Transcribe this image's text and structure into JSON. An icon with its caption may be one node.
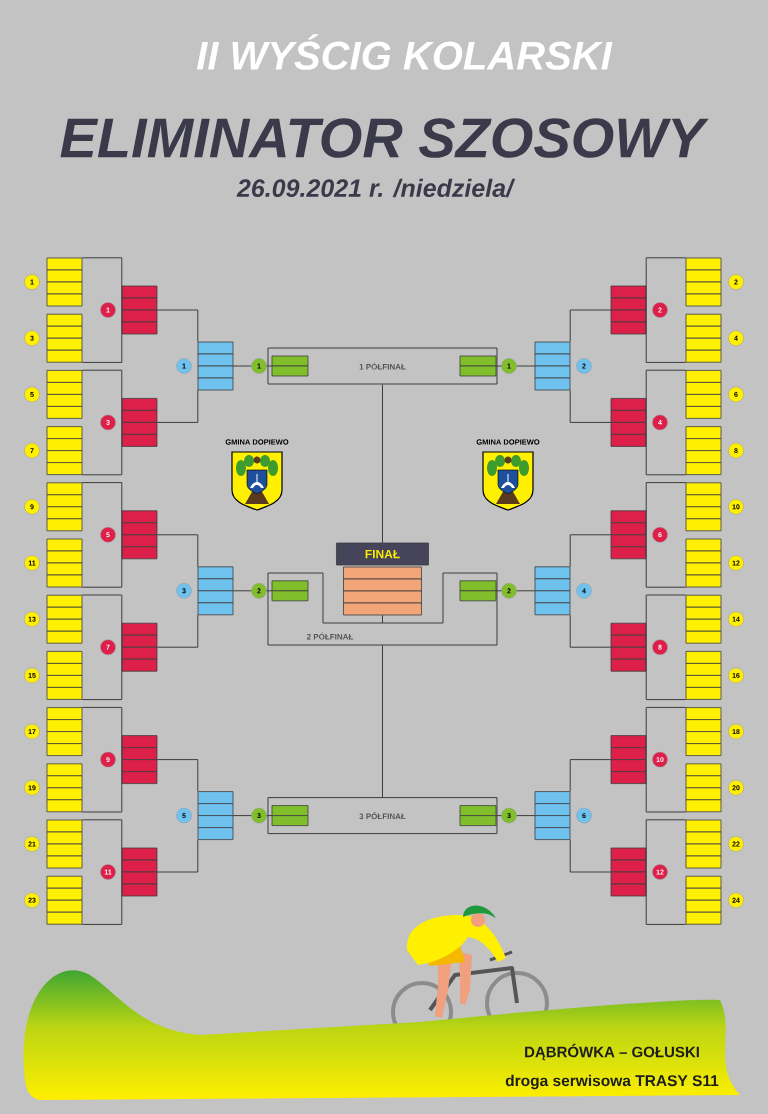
{
  "diagram": {
    "title": "ELIMINATOR SZOSOWY",
    "nodes": [
      {
        "text": [
          "1"
        ]
      },
      {
        "text": [
          "2"
        ]
      },
      {
        "text": [
          "3"
        ]
      },
      {
        "text": [
          "4"
        ]
      },
      {
        "text": [
          "5"
        ]
      },
      {
        "text": [
          "6"
        ]
      },
      {
        "text": [
          "7"
        ]
      },
      {
        "text": [
          "8"
        ]
      },
      {
        "text": [
          "9"
        ]
      },
      {
        "text": [
          "10"
        ]
      },
      {
        "text": [
          "11"
        ]
      },
      {
        "text": [
          "12"
        ]
      },
      {
        "text": [
          "13"
        ]
      },
      {
        "text": [
          "14"
        ]
      },
      {
        "text": [
          "15"
        ]
      },
      {
        "text": [
          "16"
        ]
      },
      {
        "text": [
          "17"
        ]
      },
      {
        "text": [
          "18"
        ]
      },
      {
        "text": [
          "19"
        ]
      },
      {
        "text": [
          "20"
        ]
      },
      {
        "text": [
          "21"
        ]
      },
      {
        "text": [
          "22"
        ]
      },
      {
        "text": [
          "23"
        ]
      },
      {
        "text": [
          "24"
        ]
      },
      {
        "text": [
          "1"
        ]
      },
      {
        "text": [
          "2"
        ]
      },
      {
        "text": [
          "3"
        ]
      },
      {
        "text": [
          "4"
        ]
      },
      {
        "text": [
          "5"
        ]
      },
      {
        "text": [
          "6"
        ]
      },
      {
        "text": [
          "7"
        ]
      },
      {
        "text": [
          "8"
        ]
      },
      {
        "text": [
          "9"
        ]
      },
      {
        "text": [
          "10"
        ]
      },
      {
        "text": [
          "11"
        ]
      },
      {
        "text": [
          "12"
        ]
      },
      {
        "text": [
          "1"
        ]
      },
      {
        "text": [
          "2"
        ]
      },
      {
        "text": [
          "3"
        ]
      },
      {
        "text": [
          "4"
        ]
      },
      {
        "text": [
          "5"
        ]
      },
      {
        "text": [
          "6"
        ]
      },
      {
        "text": [
          "1 PÓŁFINAŁ"
        ]
      },
      {
        "text": [
          "2 PÓŁFINAŁ"
        ]
      },
      {
        "text": [
          "3 PÓŁFINAŁ"
        ]
      },
      {
        "text": [
          "1"
        ]
      },
      {
        "text": [
          "1"
        ]
      },
      {
        "text": [
          "2"
        ]
      },
      {
        "text": [
          "2"
        ]
      },
      {
        "text": [
          "3"
        ]
      },
      {
        "text": [
          "3"
        ]
      },
      {
        "text": [
          "FINAŁ"
        ]
      }
    ],
    "edges": [
      {
        "from": 0,
        "to": 24,
        "arrow": "none"
      },
      {
        "from": 1,
        "to": 25,
        "arrow": "none"
      },
      {
        "from": 2,
        "to": 24,
        "arrow": "none"
      },
      {
        "from": 3,
        "to": 25,
        "arrow": "none"
      },
      {
        "from": 4,
        "to": 26,
        "arrow": "none"
      },
      {
        "from": 5,
        "to": 27,
        "arrow": "none"
      },
      {
        "from": 6,
        "to": 26,
        "arrow": "none"
      },
      {
        "from": 7,
        "to": 27,
        "arrow": "none"
      },
      {
        "from": 8,
        "to": 28,
        "arrow": "none"
      },
      {
        "from": 9,
        "to": 29,
        "arrow": "none"
      },
      {
        "from": 10,
        "to": 28,
        "arrow": "none"
      },
      {
        "from": 11,
        "to": 29,
        "arrow": "none"
      },
      {
        "from": 12,
        "to": 30,
        "arrow": "none"
      },
      {
        "from": 13,
        "to": 31,
        "arrow": "none"
      },
      {
        "from": 14,
        "to": 30,
        "arrow": "none"
      },
      {
        "from": 15,
        "to": 31,
        "arrow": "none"
      },
      {
        "from": 16,
        "to": 32,
        "arrow": "none"
      },
      {
        "from": 17,
        "to": 33,
        "arrow": "none"
      },
      {
        "from": 18,
        "to": 32,
        "arrow": "none"
      },
      {
        "from": 19,
        "to": 33,
        "arrow": "none"
      },
      {
        "from": 20,
        "to": 34,
        "arrow": "none"
      },
      {
        "from": 21,
        "to": 35,
        "arrow": "none"
      },
      {
        "from": 22,
        "to": 34,
        "arrow": "none"
      },
      {
        "from": 23,
        "to": 35,
        "arrow": "none"
      },
      {
        "from": 24,
        "to": 36,
        "arrow": "none"
      },
      {
        "from": 25,
        "to": 37,
        "arrow": "none"
      },
      {
        "from": 26,
        "to": 36,
        "arrow": "none"
      },
      {
        "from": 27,
        "to": 37,
        "arrow": "none"
      },
      {
        "from": 28,
        "to": 38,
        "arrow": "none"
      },
      {
        "from": 29,
        "to": 39,
        "arrow": "none"
      },
      {
        "from": 30,
        "to": 38,
        "arrow": "none"
      },
      {
        "from": 31,
        "to": 39,
        "arrow": "none"
      },
      {
        "from": 32,
        "to": 40,
        "arrow": "none"
      },
      {
        "from": 33,
        "to": 41,
        "arrow": "none"
      },
      {
        "from": 34,
        "to": 40,
        "arrow": "none"
      },
      {
        "from": 35,
        "to": 41,
        "arrow": "none"
      },
      {
        "from": 36,
        "to": 45,
        "arrow": "none"
      },
      {
        "from": 37,
        "to": 46,
        "arrow": "none"
      },
      {
        "from": 38,
        "to": 47,
        "arrow": "none"
      },
      {
        "from": 39,
        "to": 48,
        "arrow": "none"
      },
      {
        "from": 40,
        "to": 49,
        "arrow": "none"
      },
      {
        "from": 41,
        "to": 50,
        "arrow": "none"
      },
      {
        "from": 42,
        "to": 51,
        "arrow": "none"
      },
      {
        "from": 43,
        "to": 51,
        "arrow": "none"
      },
      {
        "from": 44,
        "to": 43,
        "arrow": "none"
      }
    ],
    "labels": [
      "II WYŚCIG KOLARSKI",
      "26.09.2021 r. /niedziela/",
      "GMINA DOPIEWO",
      "GMINA DOPIEWO",
      "DĄBRÓWKA – GOŁUSKI",
      "droga serwisowa TRASY S11"
    ]
  }
}
